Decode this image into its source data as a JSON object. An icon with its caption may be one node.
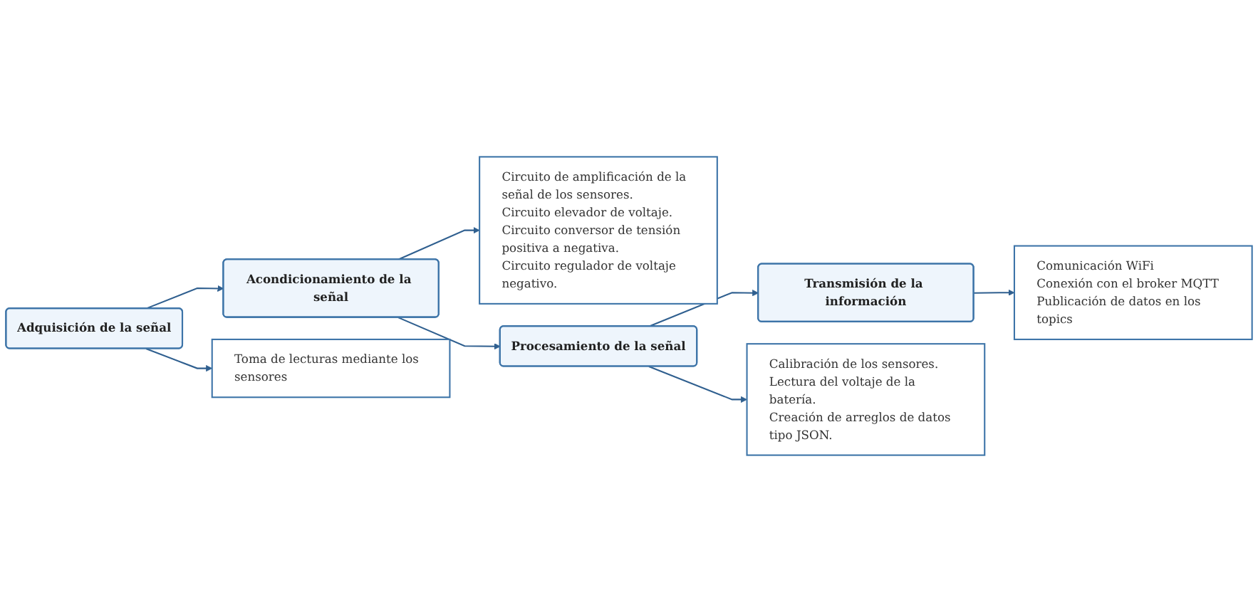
{
  "diagram": {
    "nodes": [
      {
        "text": [
          "Adquisición de la señal"
        ]
      },
      {
        "text": [
          "Acondicionamiento de la señal"
        ]
      },
      {
        "text": [
          "Circuito de amplificación de la señal de los sensores.",
          "Circuito elevador de voltaje.",
          "Circuito conversor de tensión positiva a negativa.",
          "Circuito regulador de voltaje negativo."
        ]
      },
      {
        "text": [
          "Toma de lecturas mediante los sensores"
        ]
      },
      {
        "text": [
          "Procesamiento de la señal"
        ]
      },
      {
        "text": [
          "Transmisión de la información"
        ]
      },
      {
        "text": [
          "Comunicación WiFi",
          "Conexión con el broker MQTT",
          "Publicación de datos en los topics"
        ]
      },
      {
        "text": [
          "Calibración de los sensores.",
          "Lectura del voltaje de la batería.",
          "Creación de arreglos de datos tipo JSON."
        ]
      }
    ],
    "edges": [
      {
        "from": 0,
        "to": 1,
        "arrow": "to"
      },
      {
        "from": 1,
        "to": 2,
        "arrow": "to"
      },
      {
        "from": 0,
        "to": 3,
        "arrow": "to"
      },
      {
        "from": 1,
        "to": 4,
        "arrow": "to"
      },
      {
        "from": 4,
        "to": 5,
        "arrow": "to"
      },
      {
        "from": 5,
        "to": 6,
        "arrow": "to"
      },
      {
        "from": 4,
        "to": 7,
        "arrow": "to"
      }
    ]
  }
}
